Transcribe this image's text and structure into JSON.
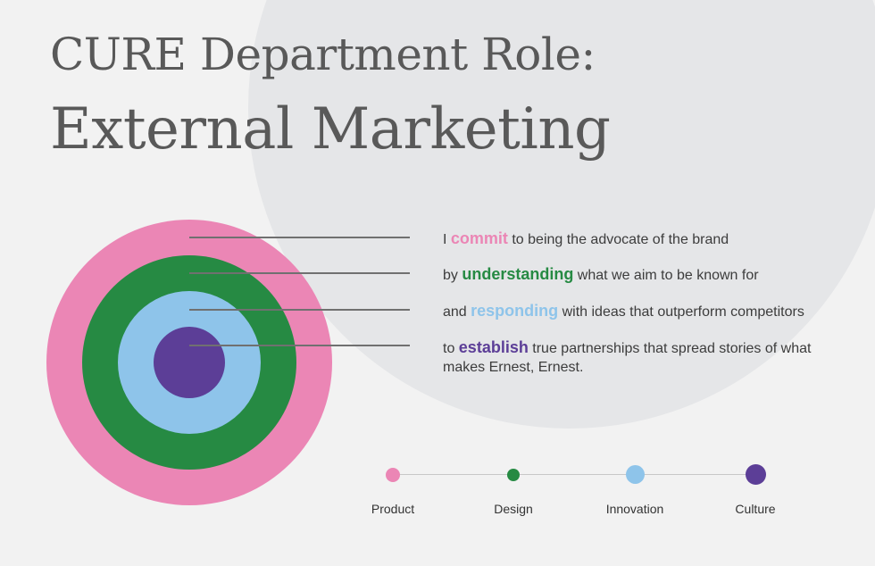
{
  "title": {
    "line1": "CURE Department Role:",
    "line2": "External Marketing"
  },
  "colors": {
    "product": "#eb86b5",
    "design": "#268a43",
    "innovation": "#8ec4ea",
    "culture": "#5c3e97"
  },
  "statements": [
    {
      "pre": "I ",
      "keyword": "commit",
      "post": " to being the advocate of the brand"
    },
    {
      "pre": "by ",
      "keyword": "understanding",
      "post": " what we aim to be known for"
    },
    {
      "pre": "and ",
      "keyword": "responding",
      "post": " with ideas that outperform competitors"
    },
    {
      "pre": "to ",
      "keyword": "establish",
      "post": " true partnerships that spread stories of what makes Ernest, Ernest."
    }
  ],
  "timeline": [
    "Product",
    "Design",
    "Innovation",
    "Culture"
  ]
}
